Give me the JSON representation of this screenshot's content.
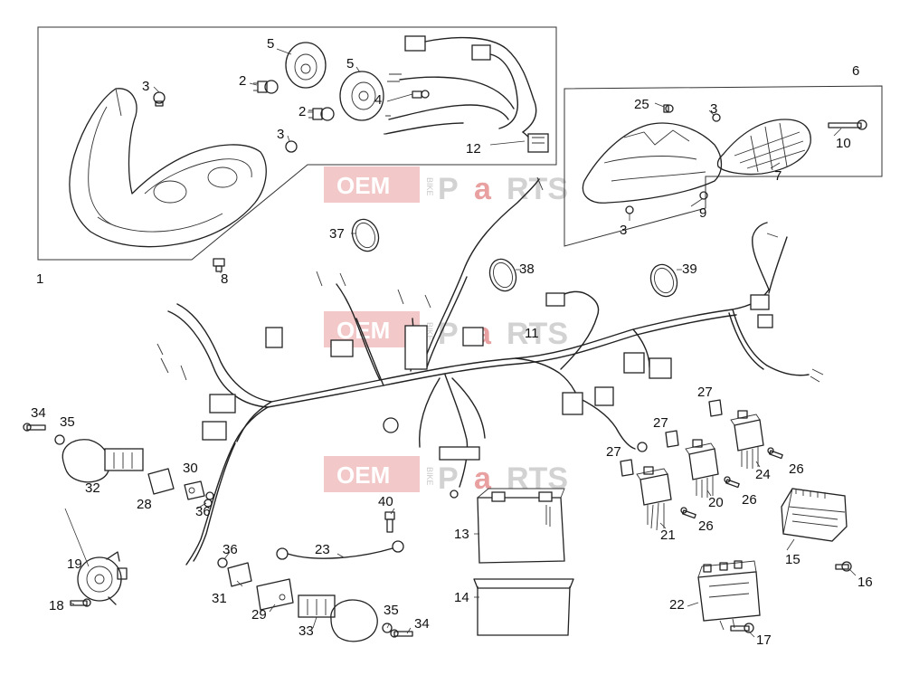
{
  "watermark": {
    "left": "OEM",
    "bike": "BIKE",
    "p": "P",
    "a": "a",
    "rts": "RTS"
  },
  "callouts": [
    {
      "id": "c1",
      "label": "1"
    },
    {
      "id": "c2a",
      "label": "2"
    },
    {
      "id": "c2b",
      "label": "2"
    },
    {
      "id": "c3a",
      "label": "3"
    },
    {
      "id": "c3b",
      "label": "3"
    },
    {
      "id": "c3c",
      "label": "3"
    },
    {
      "id": "c3d",
      "label": "3"
    },
    {
      "id": "c4",
      "label": "4"
    },
    {
      "id": "c5a",
      "label": "5"
    },
    {
      "id": "c5b",
      "label": "5"
    },
    {
      "id": "c6",
      "label": "6"
    },
    {
      "id": "c7",
      "label": "7"
    },
    {
      "id": "c8",
      "label": "8"
    },
    {
      "id": "c9",
      "label": "9"
    },
    {
      "id": "c10",
      "label": "10"
    },
    {
      "id": "c11",
      "label": "11"
    },
    {
      "id": "c12",
      "label": "12"
    },
    {
      "id": "c13",
      "label": "13"
    },
    {
      "id": "c14",
      "label": "14"
    },
    {
      "id": "c15",
      "label": "15"
    },
    {
      "id": "c16",
      "label": "16"
    },
    {
      "id": "c17",
      "label": "17"
    },
    {
      "id": "c18",
      "label": "18"
    },
    {
      "id": "c19",
      "label": "19"
    },
    {
      "id": "c20",
      "label": "20"
    },
    {
      "id": "c21",
      "label": "21"
    },
    {
      "id": "c22",
      "label": "22"
    },
    {
      "id": "c23",
      "label": "23"
    },
    {
      "id": "c24",
      "label": "24"
    },
    {
      "id": "c25",
      "label": "25"
    },
    {
      "id": "c26a",
      "label": "26"
    },
    {
      "id": "c26b",
      "label": "26"
    },
    {
      "id": "c26c",
      "label": "26"
    },
    {
      "id": "c27a",
      "label": "27"
    },
    {
      "id": "c27b",
      "label": "27"
    },
    {
      "id": "c27c",
      "label": "27"
    },
    {
      "id": "c28",
      "label": "28"
    },
    {
      "id": "c29",
      "label": "29"
    },
    {
      "id": "c30",
      "label": "30"
    },
    {
      "id": "c31",
      "label": "31"
    },
    {
      "id": "c32",
      "label": "32"
    },
    {
      "id": "c33",
      "label": "33"
    },
    {
      "id": "c34a",
      "label": "34"
    },
    {
      "id": "c34b",
      "label": "34"
    },
    {
      "id": "c35a",
      "label": "35"
    },
    {
      "id": "c35b",
      "label": "35"
    },
    {
      "id": "c36a",
      "label": "36"
    },
    {
      "id": "c36b",
      "label": "36"
    },
    {
      "id": "c37",
      "label": "37"
    },
    {
      "id": "c38",
      "label": "38"
    },
    {
      "id": "c39",
      "label": "39"
    },
    {
      "id": "c40",
      "label": "40"
    }
  ]
}
